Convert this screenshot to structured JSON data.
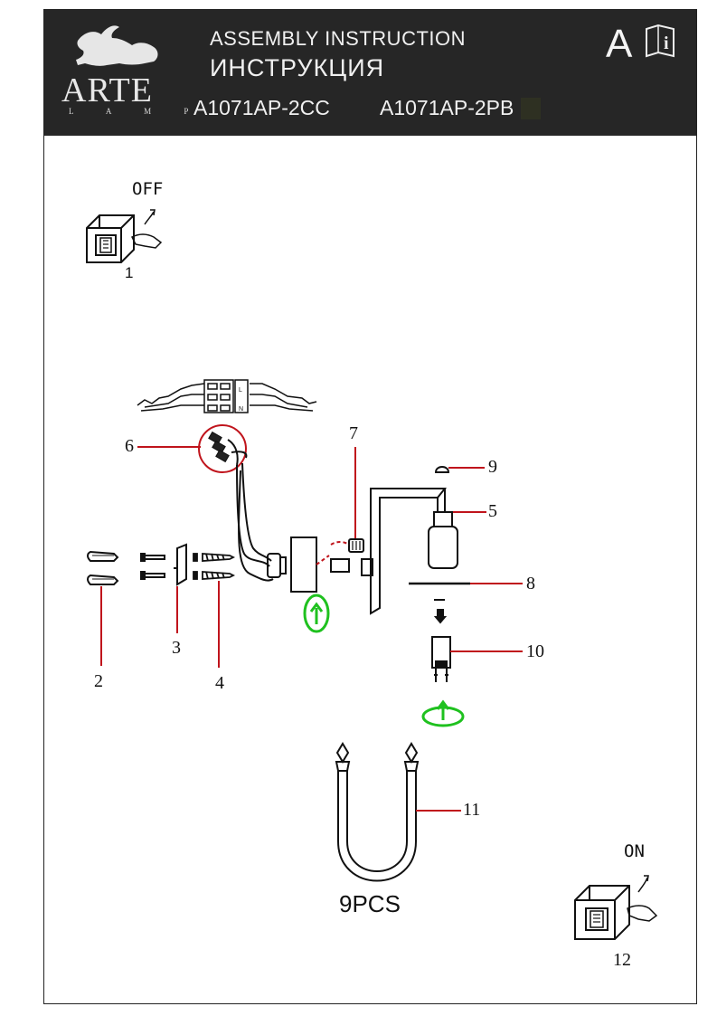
{
  "header": {
    "brand_name": "ARTE",
    "brand_sub": "L A M P",
    "title_en": "ASSEMBLY INSTRUCTION",
    "title_ru": "ИНСТРУКЦИЯ",
    "models": [
      "A1071AP-2CC",
      "A1071AP-2PB"
    ],
    "language_letter": "A",
    "info_glyph": "i"
  },
  "steps": {
    "off_label": "OFF",
    "on_label": "ON",
    "step1": "1",
    "step12": "12"
  },
  "callouts": {
    "c2": "2",
    "c3": "3",
    "c4": "4",
    "c5": "5",
    "c6": "6",
    "c7": "7",
    "c8": "8",
    "c9": "9",
    "c10": "10",
    "c11": "11"
  },
  "quantity_label": "9PCS",
  "terminal_labels": {
    "n": "N",
    "l": "L"
  },
  "colors": {
    "header_bg": "#262626",
    "callout_red": "#c0141c",
    "rotate_green": "#1fc11f",
    "line": "#111111"
  }
}
